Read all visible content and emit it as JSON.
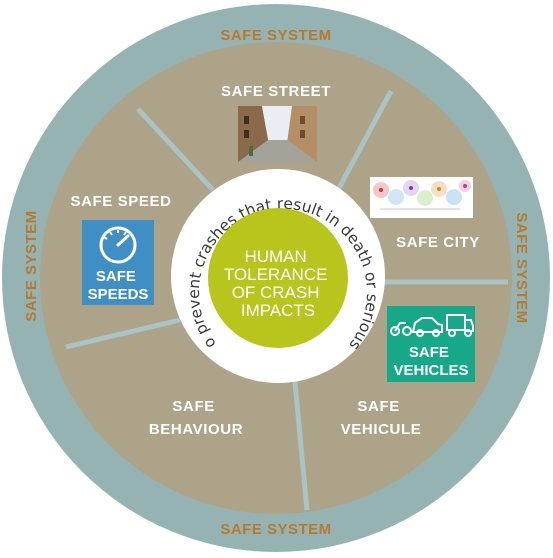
{
  "outer_ring": {
    "top": "SAFE SYSTEM",
    "bottom": "SAFE SYSTEM",
    "left": "SAFE SYSTEM",
    "right": "SAFE SYSTEM"
  },
  "segments": {
    "street": "SAFE STREET",
    "speed": "SAFE SPEED",
    "city": "SAFE CITY",
    "behaviour": [
      "SAFE",
      "BEHAVIOUR"
    ],
    "vehicule": [
      "SAFE",
      "VEHICULE"
    ]
  },
  "circular_text": "Work to prevent crashes that result in death or serious injury",
  "core": [
    "HUMAN",
    "TOLERANCE",
    "OF CRASH",
    "IMPACTS"
  ],
  "badges": {
    "speeds": [
      "SAFE",
      "SPEEDS"
    ],
    "vehicles": [
      "SAFE",
      "VEHICLES"
    ]
  },
  "colors": {
    "outer_ring": "#95b3b3",
    "inner_disc": "#ada389",
    "core": "#b8c51c",
    "ring_text": "#b8792e",
    "speeds_badge": "#3f8fc4",
    "vehicles_badge": "#17a889"
  }
}
